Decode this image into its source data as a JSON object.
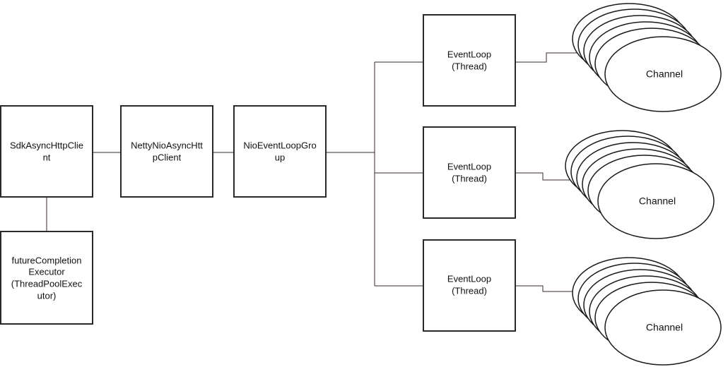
{
  "nodes": {
    "sdk_client": {
      "lines": [
        "SdkAsyncHttpClie",
        "nt"
      ]
    },
    "netty_client": {
      "lines": [
        "NettyNioAsyncHtt",
        "pClient"
      ]
    },
    "event_loop_group": {
      "lines": [
        "NioEventLoopGro",
        "up"
      ]
    },
    "future_executor": {
      "lines": [
        "futureCompletion",
        "Executor",
        "(ThreadPoolExec",
        "utor)"
      ]
    },
    "event_loops": [
      {
        "lines": [
          "EventLoop",
          "(Thread)"
        ],
        "channel_label": "Channel"
      },
      {
        "lines": [
          "EventLoop",
          "(Thread)"
        ],
        "channel_label": "Channel"
      },
      {
        "lines": [
          "EventLoop",
          "(Thread)"
        ],
        "channel_label": "Channel"
      }
    ]
  },
  "colors": {
    "box_stroke": "#2a2a2a",
    "edge_stroke": "#3a2a2a",
    "background": "#ffffff"
  }
}
